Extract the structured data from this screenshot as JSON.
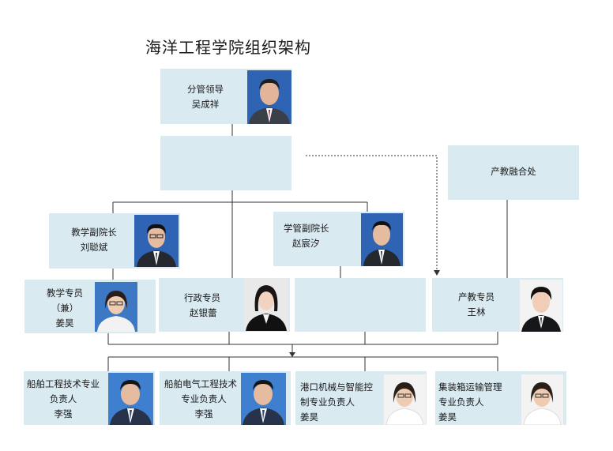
{
  "title": "海洋工程学院组织架构",
  "nodes": {
    "leader": {
      "role": "分管领导",
      "name": "吴成祥"
    },
    "industry": {
      "label": "产教融合处"
    },
    "vp_teaching": {
      "role": "教学副院长",
      "name": "刘聪斌"
    },
    "vp_student": {
      "role": "学管副院长",
      "name": "赵宸汐"
    },
    "teach_staff": {
      "role": "教学专员",
      "role2": "（兼）",
      "name": "姜昊"
    },
    "admin_staff": {
      "role": "行政专员",
      "name": "赵银蕾"
    },
    "ind_staff": {
      "role": "产教专员",
      "name": "王林"
    },
    "major1": {
      "l1": "船舶工程技术专业",
      "l2": "负责人",
      "name": "李强"
    },
    "major2": {
      "l1": "船舶电气工程技术",
      "l2": "专业负责人",
      "name": "李强"
    },
    "major3": {
      "l1": "港口机械与智能控",
      "l2": "制专业负责人",
      "name": "姜昊"
    },
    "major4": {
      "l1": "集装箱运输管理",
      "l2": "专业负责人",
      "name": "姜昊"
    }
  },
  "colors": {
    "box_fill": "#daeaf1",
    "photo_bg": "#2f63b3",
    "line": "#333333"
  },
  "icons": [
    "person-photo-icon"
  ]
}
